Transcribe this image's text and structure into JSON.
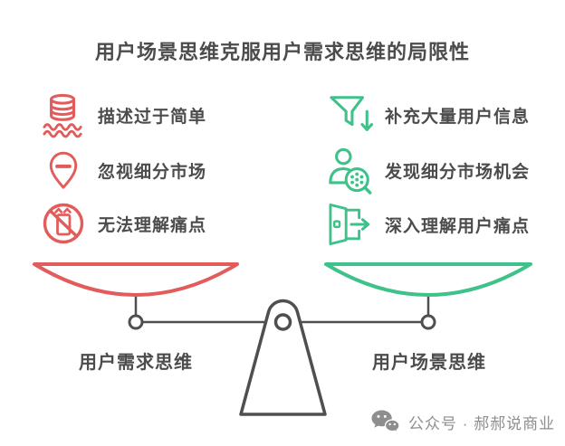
{
  "title": "用户场景思维克服用户需求思维的局限性",
  "text_color": "#4c4c4c",
  "left_column": {
    "theme_color": "#e25c5c",
    "items": [
      {
        "icon": "coins-sinking-icon",
        "label": "描述过于简单"
      },
      {
        "icon": "pin-minus-icon",
        "label": "忽视细分市场"
      },
      {
        "icon": "no-phone-icon",
        "label": "无法理解痛点"
      }
    ]
  },
  "right_column": {
    "theme_color": "#3ec289",
    "items": [
      {
        "icon": "funnel-down-arrow-icon",
        "label": "补充大量用户信息"
      },
      {
        "icon": "person-magnifier-icon",
        "label": "发现细分市场机会"
      },
      {
        "icon": "door-exit-arrow-icon",
        "label": "深入理解用户痛点"
      }
    ]
  },
  "scale": {
    "left_pan_color": "#e25c5c",
    "right_pan_color": "#3ec289",
    "frame_color": "#4f4f4f",
    "left_label": "用户需求思维",
    "right_label": "用户场景思维"
  },
  "watermark": {
    "icon": "wechat-icon",
    "text": "公众号 · 郝郝说商业"
  }
}
